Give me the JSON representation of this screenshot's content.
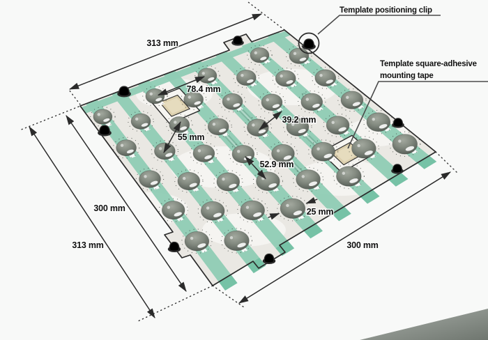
{
  "diagram": {
    "callouts": {
      "positioning_clip": "Template positioning clip",
      "mounting_tape_1": "Template square-adhesive",
      "mounting_tape_2": "mounting tape"
    },
    "dimensions": {
      "top_edge": "313 mm",
      "left_edge_inner": "300 mm",
      "left_edge_outer": "313 mm",
      "bottom_edge": "300 mm",
      "dome_row_spacing": "78.4 mm",
      "strip_spacing": "39.2 mm",
      "dome_diagonal": "55 mm",
      "dome_pitch": "52.9 mm",
      "dome_diameter": "25 mm"
    },
    "colors": {
      "bg": "#f8f9f8",
      "sheet": "#eae8e3",
      "strip": "#8fccb4",
      "strip_tab": "#76c2a6",
      "tape": "#dcd0ae",
      "tape_ring": "#f6f5f1",
      "dome_light": "#a2a89e",
      "dome_dark": "#4b524b",
      "floor_light": "#aab0aa",
      "floor_dark": "#6f766f",
      "line": "#2b2b2b",
      "leader": "#4a4a4a",
      "text": "#111111"
    }
  }
}
